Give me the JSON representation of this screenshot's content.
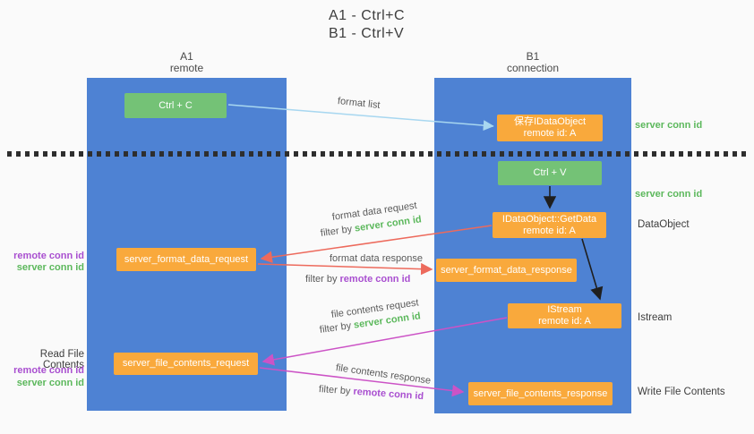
{
  "colors": {
    "bg": "#fafafa",
    "column-blue": "#4e82d3",
    "box-green": "#74c276",
    "box-orange": "#f9a93c",
    "text-dark": "#3d3d3d",
    "green-id": "#5cb85c",
    "purple-id": "#a94fd0",
    "arrow-lightblue": "#a8d7f0",
    "arrow-salmon": "#ed6a5c",
    "arrow-magenta": "#cc53c6",
    "arrow-black": "#1f1f1f"
  },
  "title": {
    "line1": "A1 - Ctrl+C",
    "line2": "B1 - Ctrl+V"
  },
  "columns": {
    "left": {
      "id": "A1",
      "subtitle": "remote"
    },
    "right": {
      "id": "B1",
      "subtitle": "connection"
    }
  },
  "boxes": {
    "ctrl_c": "Ctrl + C",
    "save_idataobject": {
      "line1": "保存IDataObject",
      "line2": "remote id: A"
    },
    "ctrl_v": "Ctrl + V",
    "getdata": {
      "line1": "IDataObject::GetData",
      "line2": "remote id: A"
    },
    "server_format_data_request": "server_format_data_request",
    "server_format_data_response": "server_format_data_response",
    "istream": {
      "line1": "IStream",
      "line2": "remote id: A"
    },
    "server_file_contents_request": "server_file_contents_request",
    "server_file_contents_response": "server_file_contents_response"
  },
  "side_labels": {
    "right_server_conn_id_1": "server conn id",
    "right_server_conn_id_2": "server conn id",
    "dataobject": "DataObject",
    "istream": "Istream",
    "write_file_contents": "Write File Contents",
    "left_remote_conn_id_1": "remote conn id",
    "left_server_conn_id_1": "server conn id",
    "read_file_contents": "Read File Contents",
    "left_remote_conn_id_2": "remote conn id",
    "left_server_conn_id_2": "server conn id"
  },
  "arrow_labels": {
    "format_list": "format list",
    "format_data_request": "format data request",
    "format_data_response": "format data response",
    "file_contents_request": "file contents request",
    "file_contents_response": "file contents response",
    "filter_by": "filter by ",
    "server_conn_id": "server conn id",
    "remote_conn_id": "remote conn id"
  }
}
